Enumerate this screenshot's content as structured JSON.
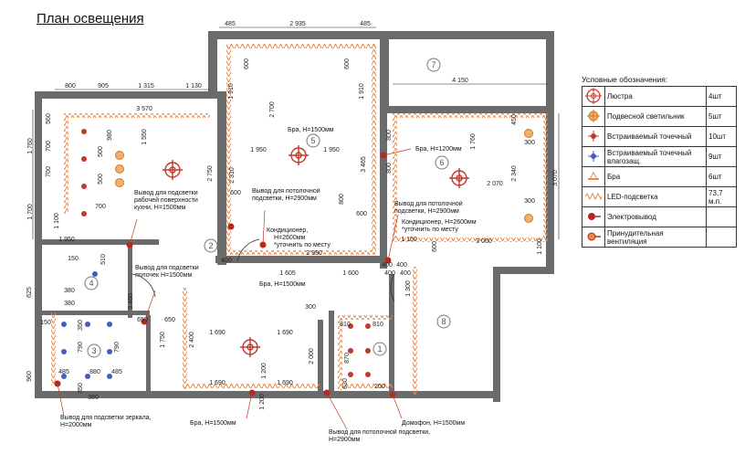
{
  "title": "План освещения",
  "legend": {
    "title": "Условные обозначения:",
    "items": [
      {
        "label": "Люстра",
        "count": "4шт",
        "icon": "chandelier-icon"
      },
      {
        "label": "Подвесной светильник",
        "count": "5шт",
        "icon": "pendant-light-icon"
      },
      {
        "label": "Встраиваемый точечный",
        "count": "10шт",
        "icon": "spotlight-icon"
      },
      {
        "label": "Встраиваемый точечный влагозащ.",
        "count": "9шт",
        "icon": "waterproof-spotlight-icon"
      },
      {
        "label": "Бра",
        "count": "6шт",
        "icon": "sconce-icon"
      },
      {
        "label": "LED-подсветка",
        "count": "73,7 м.п.",
        "icon": "led-strip-icon"
      },
      {
        "label": "Электровывод",
        "count": "",
        "icon": "electrical-outlet-icon"
      },
      {
        "label": "Принудительная вентиляция",
        "count": "",
        "icon": "ventilation-icon"
      }
    ]
  },
  "rooms": [
    "1",
    "2",
    "3",
    "4",
    "5",
    "6",
    "7",
    "8"
  ],
  "dimensions": {
    "top_left": [
      "800",
      "905",
      "1 315",
      "1 130",
      "3 570"
    ],
    "top_center": [
      "485",
      "2 935",
      "485",
      "2 700",
      "1 950",
      "1 950",
      "600",
      "600",
      "1 910",
      "1 910"
    ],
    "top_right": [
      "4 150",
      "1 760",
      "2 070",
      "2 340",
      "300",
      "300",
      "450",
      "3 070",
      "3 000",
      "1 100",
      "600",
      "1 150",
      "1 300"
    ],
    "left": [
      "1 760",
      "1 700",
      "560",
      "700",
      "700",
      "700",
      "500",
      "500",
      "980",
      "1 550",
      "1 950",
      "150",
      "510",
      "380",
      "380",
      "625",
      "150",
      "960",
      "1 100"
    ],
    "center": [
      "2 750",
      "2 310",
      "600",
      "1 605",
      "1 600",
      "2 990",
      "400",
      "400",
      "3 465",
      "800",
      "800",
      "800",
      "600",
      "1 200"
    ],
    "bottom": [
      "485",
      "880",
      "485",
      "350",
      "790",
      "790",
      "350",
      "380",
      "3 460",
      "650",
      "650",
      "1 750",
      "2 400",
      "1 690",
      "1 690",
      "1 690",
      "1 690",
      "2 000",
      "300",
      "630",
      "810",
      "810",
      "870",
      "200",
      "1 200",
      "400",
      "400",
      "400"
    ]
  },
  "annotations": {
    "sconce_h1500_a": "Бра, H=1500мм",
    "sconce_h1200": "Бра, H=1200мм",
    "kitchen_outlet": "Вывод для подсветки рабочей поверхности кухни, H=1500мм",
    "ceiling_outlet_2900_a": "Вывод для потолочной подсветки, H=2900мм",
    "ac_a_1": "Кондиционер,",
    "ac_a_2": "H=2600мм",
    "ac_a_3": "*уточнить по месту",
    "ceiling_outlet_2900_b": "Вывод для потолочной подсветки, H=2900мм",
    "ac_b_1": "Кондиционер, H=2600мм",
    "ac_b_2": "*уточнить по месту",
    "shelf_outlet": "Вывод для подсветки полочек H=1500мм",
    "sconce_h1500_b": "Бра, H=1500мм",
    "mirror_outlet": "Вывод для подсветки зеркала, H=2000мм",
    "sconce_h1500_c": "Бра, H=1500мм",
    "ceiling_outlet_2900_c": "Вывод для потолочной подсветки, H=2900мм",
    "intercom": "Домофон, H=1500мм"
  },
  "colors": {
    "wall": "#6b6b6b",
    "led": "#e8894a",
    "chandelier": "#c0392b",
    "pendant": "#e8963c",
    "spotlight": "#c0392b",
    "waterproof": "#4a5bbf",
    "dim": "#222222"
  }
}
